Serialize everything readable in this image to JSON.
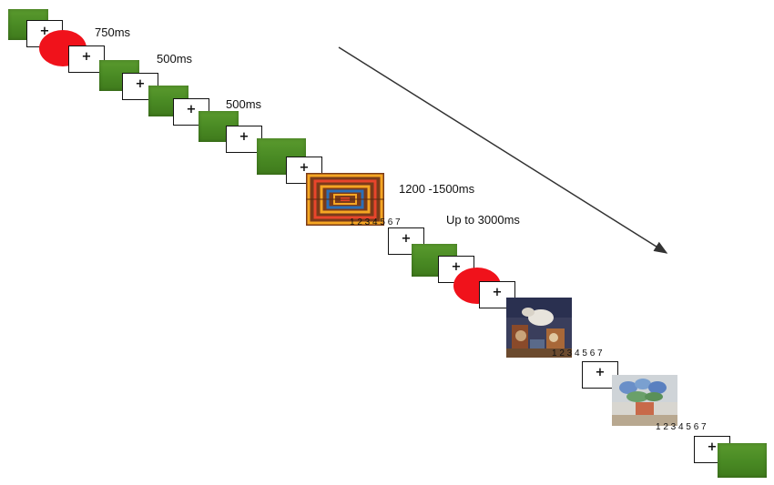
{
  "timings": {
    "t1": "750ms",
    "t2": "500ms",
    "t3": "500ms",
    "t4": "1200 -1500ms",
    "t5": "Up to 3000ms"
  },
  "rating_scale": {
    "scale1": "1 2 3 4 5 6 7",
    "scale2": "1 2 3 4 5 6 7",
    "scale3": "1 2 3 4 5 6 7"
  },
  "fixation_symbol": "+",
  "colors": {
    "green_screen": "#4a8b24",
    "red_circle": "#f0121b",
    "arrow": "#333333"
  },
  "icons": [
    "fixation-cross-icon",
    "time-arrow-icon"
  ]
}
